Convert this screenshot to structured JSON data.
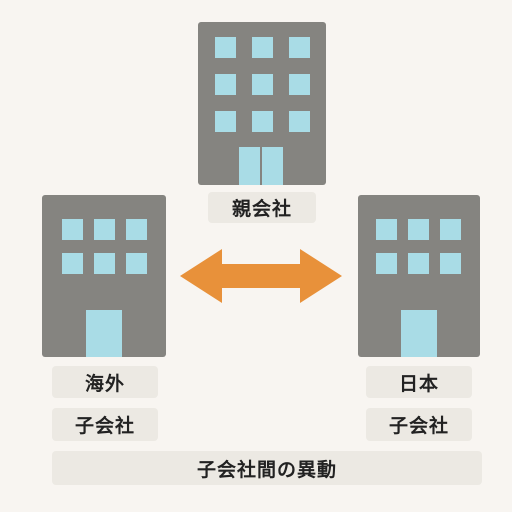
{
  "parent": {
    "label": "親会社"
  },
  "overseas": {
    "line1": "海外",
    "line2": "子会社"
  },
  "japan": {
    "line1": "日本",
    "line2": "子会社"
  },
  "caption": "子会社間の異動",
  "colors": {
    "background": "#f8f5f1",
    "building": "#858480",
    "window": "#a9dce6",
    "label_bg": "#ece9e3",
    "arrow": "#e8913a"
  }
}
